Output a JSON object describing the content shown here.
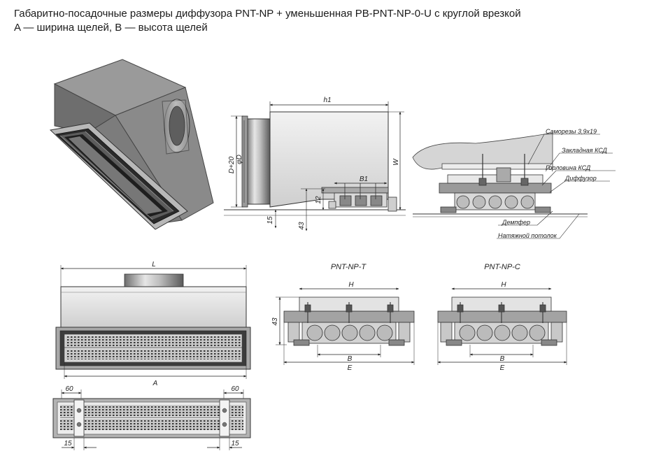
{
  "title": {
    "line1": "Габаритно-посадочные размеры диффузора PNT-NP + уменьшенная PB-PNT-NP-0-U с круглой врезкой",
    "line2": "A — ширина щелей, B — высота щелей"
  },
  "side_view": {
    "h1": "h1",
    "d20": "D+20",
    "phiD": "φD",
    "w": "W",
    "b1": "B1",
    "d12": "12",
    "d15": "15",
    "d43": "43"
  },
  "install_detail": {
    "screws": "Саморезы 3,9х19",
    "embedded": "Закладная КСД",
    "neck": "Горловина КСД",
    "diffuser": "Диффузор",
    "damper": "Демпфер",
    "ceiling": "Натяжной потолок"
  },
  "front_view": {
    "L": "L",
    "A": "A"
  },
  "section_t": {
    "title": "PNT-NP-T",
    "H": "H",
    "d43": "43",
    "B": "B",
    "E": "E"
  },
  "section_c": {
    "title": "PNT-NP-C",
    "H": "H",
    "B": "B",
    "E": "E"
  },
  "bottom_view": {
    "d60_left": "60",
    "d60_right": "60",
    "d15_left": "15",
    "d15_right": "15"
  }
}
